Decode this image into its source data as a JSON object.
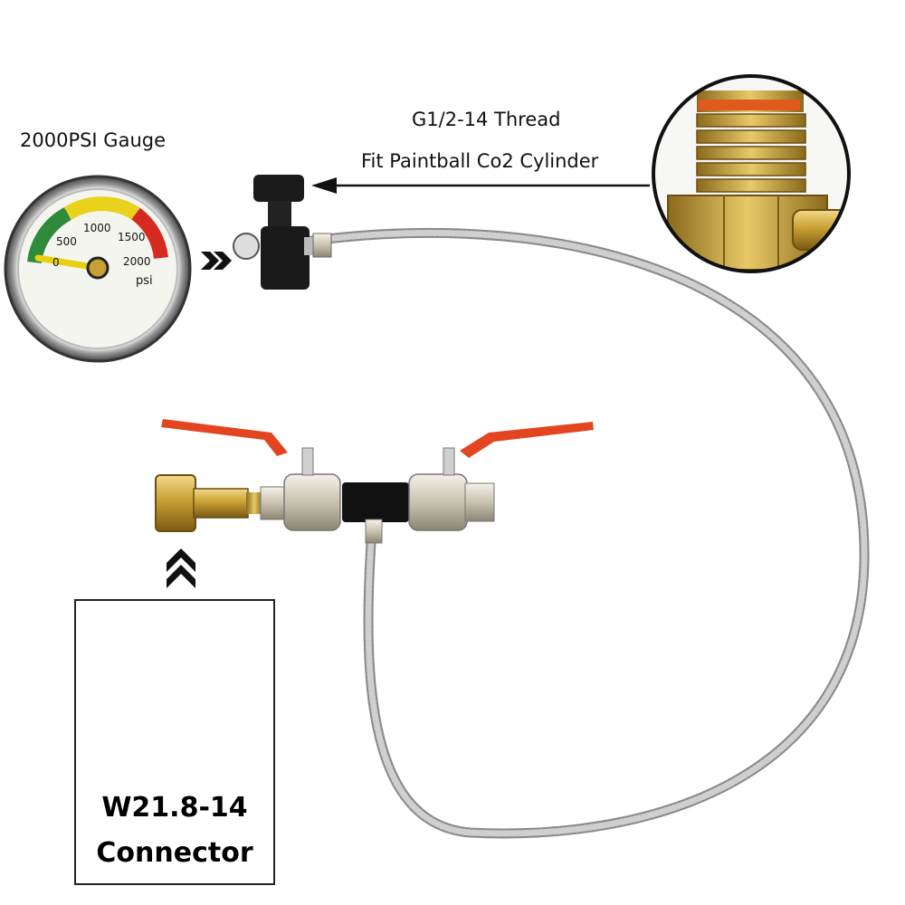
{
  "gauge": {
    "caption": "2000PSI Gauge",
    "scale": [
      "0",
      "500",
      "1000",
      "1500",
      "2000"
    ],
    "unit": "psi"
  },
  "thread": {
    "line1": "G1/2-14 Thread",
    "line2": "Fit Paintball Co2 Cylinder"
  },
  "connector": {
    "line1": "W21.8-14",
    "line2": "Connector"
  },
  "colors": {
    "brass": "#c9a033",
    "valve_handle": "#e2451f",
    "gauge_green": "#2e8b3a",
    "gauge_yellow": "#e8d21c",
    "gauge_red": "#d42a22",
    "hose": "#a8a8a8",
    "oring": "#e05a1e"
  },
  "icons": [
    "double-chevron-right-icon",
    "double-chevron-up-icon",
    "arrow-left-icon"
  ]
}
